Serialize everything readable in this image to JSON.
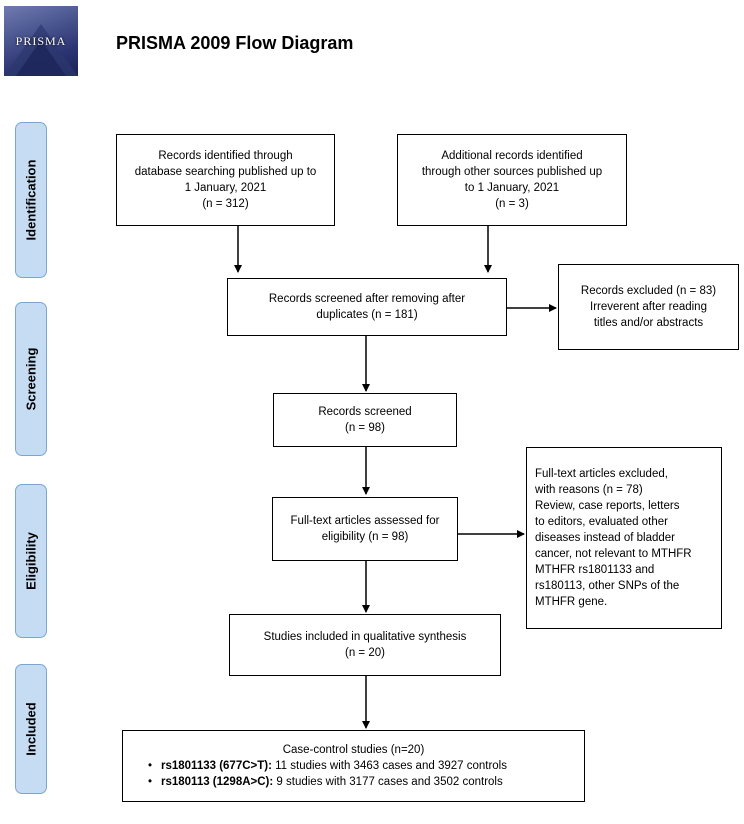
{
  "logo": {
    "text": "PRISMA"
  },
  "title": "PRISMA 2009 Flow Diagram",
  "phases": {
    "identification": "Identification",
    "screening": "Screening",
    "eligibility": "Eligibility",
    "included": "Included"
  },
  "boxes": {
    "db_records": [
      "Records identified through",
      "database searching published up to",
      "1 January, 2021",
      "(n = 312)"
    ],
    "other_records": [
      "Additional records identified",
      "through other sources published up",
      "to 1 January, 2021",
      "(n = 3)"
    ],
    "screened_dedup": [
      "Records screened after removing after",
      "duplicates (n = 181)"
    ],
    "excluded": [
      "Records excluded (n = 83)",
      "Irreverent after reading",
      "titles and/or abstracts"
    ],
    "screened": [
      "Records screened",
      "(n = 98)"
    ],
    "fulltext_excluded": [
      "Full-text articles excluded,",
      "with reasons (n = 78)",
      "Review, case reports, letters",
      "to editors, evaluated other",
      "diseases instead of bladder",
      "cancer, not relevant to MTHFR",
      "MTHFR rs1801133 and",
      "rs180113, other SNPs of the",
      "MTHFR gene."
    ],
    "fulltext_assessed": [
      "Full-text articles assessed for",
      "eligibility (n = 98)"
    ],
    "qualitative": [
      "Studies included in qualitative synthesis",
      "(n = 20)"
    ],
    "case_control": {
      "heading": "Case-control studies (n=20)",
      "bullets": [
        {
          "bold": "rs1801133 (677C>T):",
          "text": " 11 studies with 3463 cases and 3927 controls"
        },
        {
          "bold": "rs180113 (1298A>C):",
          "text": " 9 studies with 3177 cases and 3502 controls"
        }
      ]
    }
  }
}
